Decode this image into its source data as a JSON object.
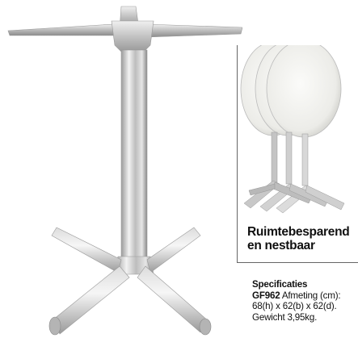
{
  "inset": {
    "caption_line1": "Ruimtebesparend",
    "caption_line2": "en nestbaar"
  },
  "specs": {
    "heading": "Specificaties",
    "model": "GF962",
    "dimensions_line1": "Afmeting (cm):",
    "dimensions_line2": "68(h) x 62(b) x 62(d).",
    "weight": "Gewicht 3,95kg."
  },
  "colors": {
    "aluminium_light": "#eeeeee",
    "aluminium_mid": "#c8c8c8",
    "aluminium_dark": "#8c8c8c",
    "table_top": "#f4f4f2"
  }
}
